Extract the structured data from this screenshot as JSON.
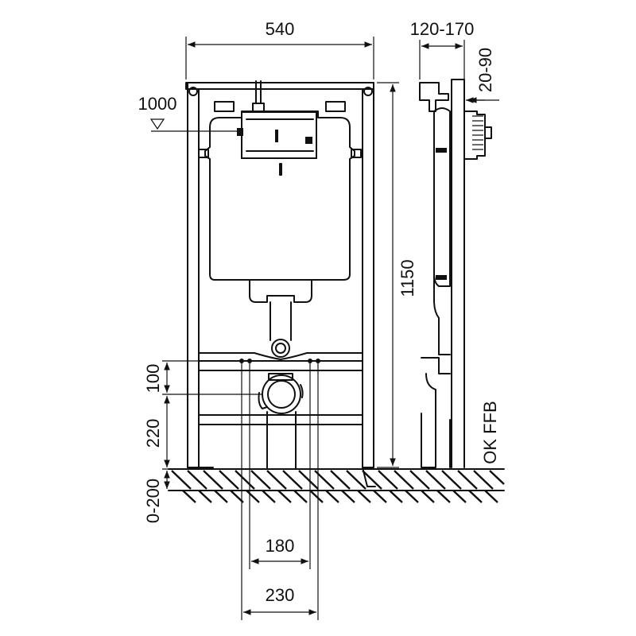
{
  "dimensions": {
    "frame_width": "540",
    "wall_depth": "120-170",
    "panel_depth": "20-90",
    "cistern_level": "1000",
    "frame_height": "1150",
    "flush_pipe_spacing": "100",
    "drain_height": "220",
    "floor_adjust": "0-200",
    "bolt_spacing_inner": "180",
    "bolt_spacing_outer": "230"
  },
  "labels": {
    "floor_reference": "OK FFB"
  }
}
